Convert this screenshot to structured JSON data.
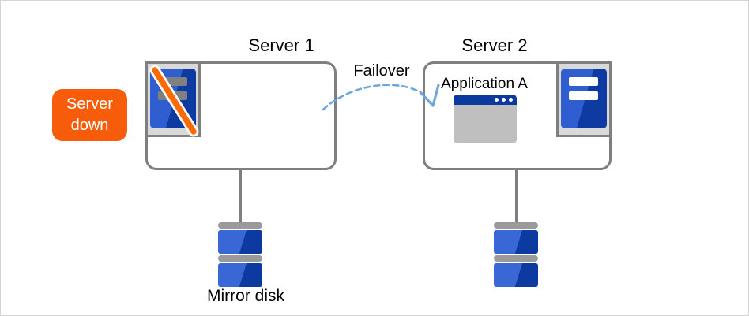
{
  "diagram": {
    "server1": {
      "title": "Server 1",
      "status": "down"
    },
    "server2": {
      "title": "Server 2",
      "application_label": "Application A"
    },
    "failover_label": "Failover",
    "mirror_disk_label": "Mirror disk",
    "badge": {
      "line1": "Server",
      "line2": "down"
    }
  },
  "icons": {
    "server1_icon": "server-icon-crossed-out",
    "server2_icon": "server-icon",
    "application_icon": "application-window-icon",
    "disk_icon": "mirror-disk-icon",
    "failover_arrow": "dashed-curved-arrow"
  },
  "colors": {
    "badge_orange": "#f65c0a",
    "box_border_gray": "#7f7f7f",
    "icon_frame_gray": "#d9d9d9",
    "server_blue_light": "#2e5ecf",
    "server_blue_dark": "#0e3ba1",
    "down_bar_gray": "#808080",
    "slash_orange": "#ff6a00",
    "slash_outline_white": "#ffffff",
    "arrow_blue": "#6fa8dc",
    "app_titlebar_blue": "#0a3a9e",
    "app_body_gray": "#bfbfbf",
    "disk_bar_gray": "#9a9a9a",
    "disk_blue_light": "#3a67d6",
    "disk_blue_dark": "#0d3aa0",
    "canvas_border": "#d3d3d3"
  }
}
